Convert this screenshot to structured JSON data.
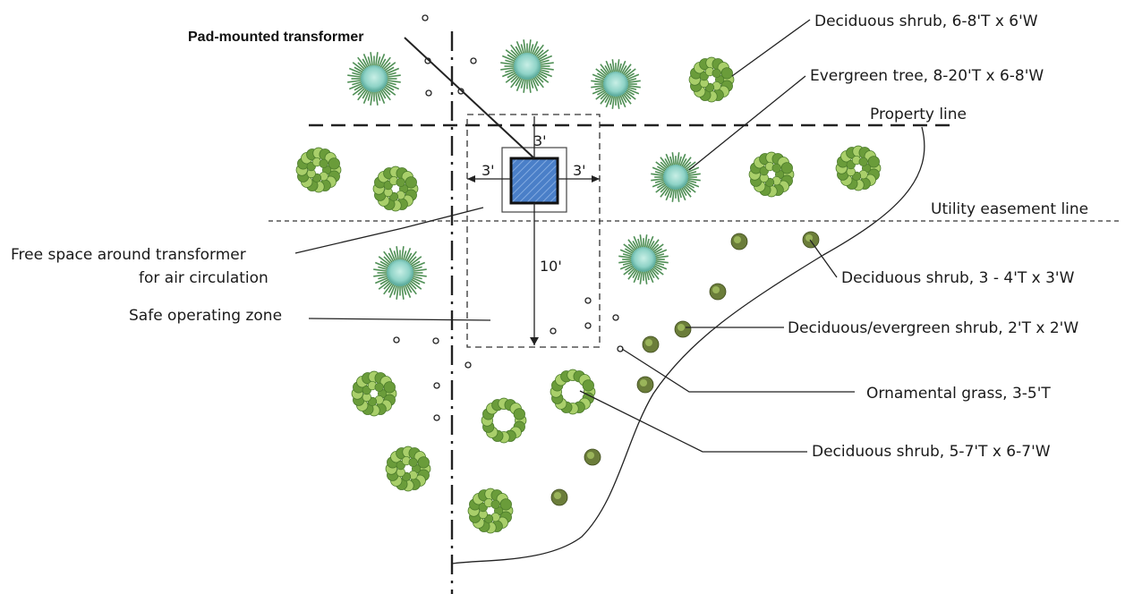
{
  "labels": {
    "transformer": "Pad-mounted transformer",
    "decid_shrub_6_8": "Deciduous shrub, 6-8'T x 6'W",
    "evergreen_tree": "Evergreen tree, 8-20'T x 6-8'W",
    "property_line": "Property line",
    "utility_easement": "Utility easement line",
    "free_space_line1": "Free space around transformer",
    "free_space_line2": "for air circulation",
    "decid_shrub_3_4": "Deciduous shrub, 3 - 4'T x 3'W",
    "safe_zone": "Safe operating zone",
    "decid_ever_shrub": "Deciduous/evergreen shrub, 2'T x 2'W",
    "ornamental_grass": "Ornamental grass, 3-5'T",
    "decid_shrub_5_7": "Deciduous shrub, 5-7'T x 6-7'W"
  },
  "dimensions": {
    "top": "3'",
    "left": "3'",
    "right": "3'",
    "front": "10'"
  },
  "colors": {
    "transformer_fill": "#4a7fc8",
    "evergreen_needles": "#4f8f55",
    "evergreen_center": "#8fd3c7",
    "shrub_green": "#6a9c3a",
    "shrub_light": "#a9cf6a",
    "small_shrub": "#6b7d3a"
  }
}
